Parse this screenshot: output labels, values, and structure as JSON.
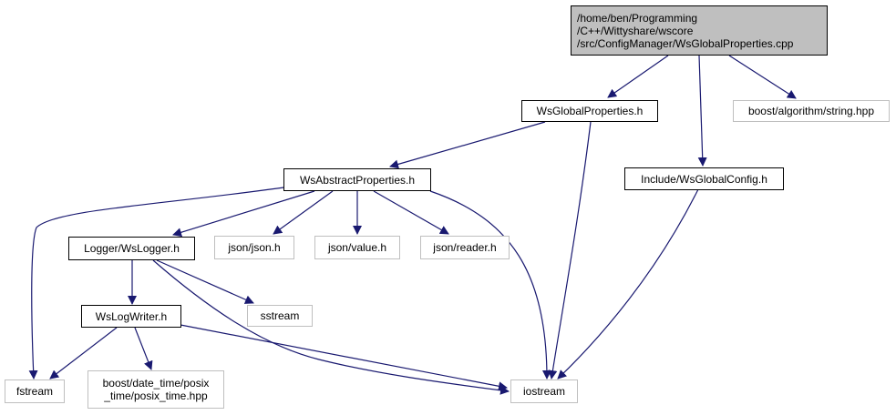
{
  "graph": {
    "root": {
      "lines": [
        "/home/ben/Programming",
        "/C++/Wittyshare/wscore",
        "/src/ConfigManager/WsGlobalProperties.cpp"
      ]
    },
    "nodes": {
      "wsglobalproperties_h": "WsGlobalProperties.h",
      "boost_string": "boost/algorithm/string.hpp",
      "wsabstractproperties_h": "WsAbstractProperties.h",
      "include_wsglobalconfig_h": "Include/WsGlobalConfig.h",
      "logger_wslogger_h": "Logger/WsLogger.h",
      "json_json_h": "json/json.h",
      "json_value_h": "json/value.h",
      "json_reader_h": "json/reader.h",
      "wslogwriter_h": "WsLogWriter.h",
      "sstream": "sstream",
      "fstream": "fstream",
      "iostream": "iostream",
      "boost_posix": [
        "boost/date_time/posix",
        "_time/posix_time.hpp"
      ]
    },
    "colors": {
      "edge": "#191970",
      "root_fill": "#bfbfbf",
      "internal_border": "#000000",
      "external_border": "#bfbfbf"
    }
  }
}
